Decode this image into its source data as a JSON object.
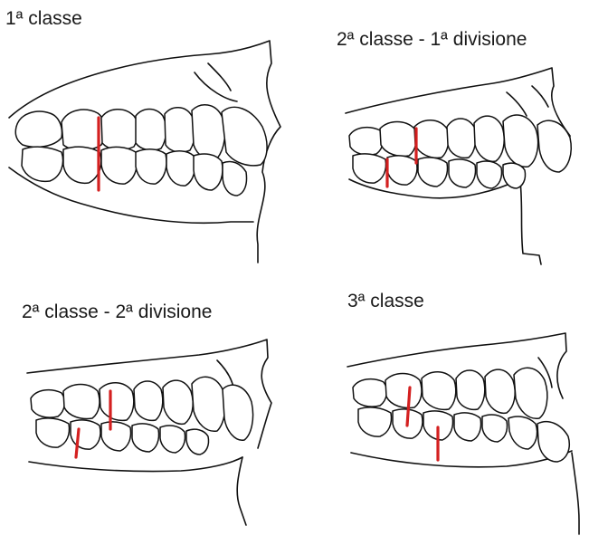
{
  "panels": [
    {
      "id": "class1",
      "label": "1ª classe"
    },
    {
      "id": "class2div1",
      "label": "2ª classe - 1ª divisione"
    },
    {
      "id": "class2div2",
      "label": "2ª classe - 2ª divisione"
    },
    {
      "id": "class3",
      "label": "3ª classe"
    }
  ],
  "colors": {
    "marker": "#d42020",
    "line": "#111111",
    "background": "#ffffff"
  },
  "icons": [
    "molar-relationship-marker"
  ]
}
